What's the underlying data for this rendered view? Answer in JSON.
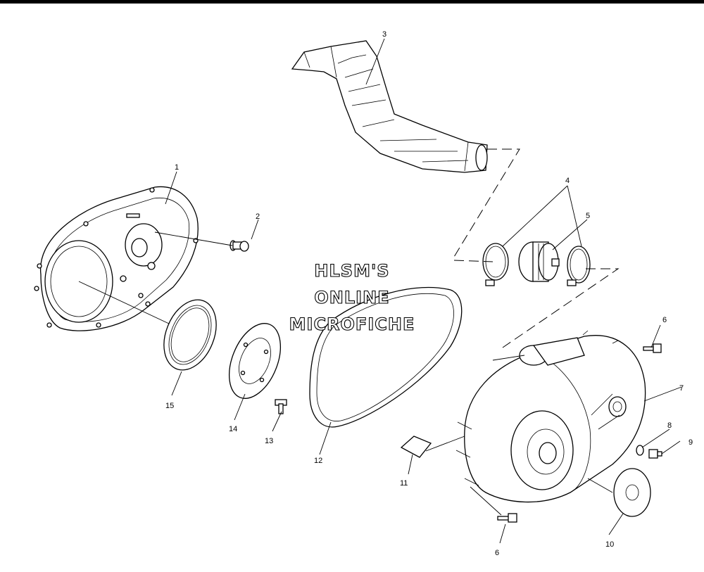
{
  "watermark": [
    "HLSM'S",
    "ONLINE",
    "MICROFICHE"
  ],
  "callouts": {
    "c1": "1",
    "c2": "2",
    "c3": "3",
    "c4": "4",
    "c5": "5",
    "c6a": "6",
    "c6b": "6",
    "c7": "7",
    "c8": "8",
    "c9": "9",
    "c10": "10",
    "c11": "11",
    "c12": "12",
    "c13": "13",
    "c14": "14",
    "c15": "15"
  }
}
